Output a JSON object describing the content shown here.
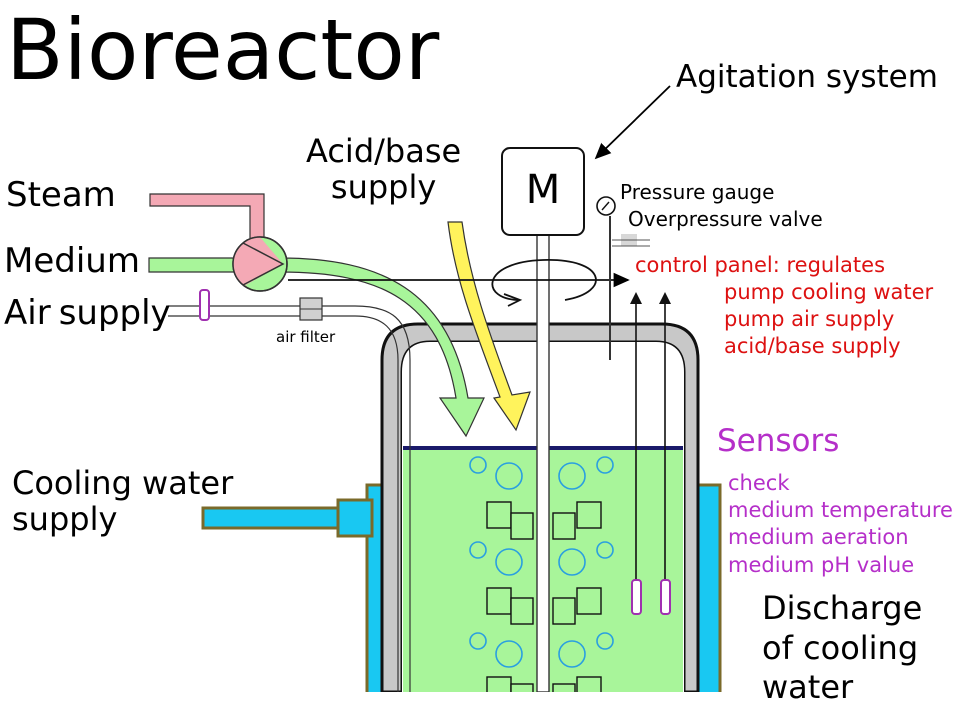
{
  "title": "Bioreactor",
  "labels": {
    "agitation": "Agitation system",
    "acid_base": [
      "Acid/base",
      "supply"
    ],
    "motor": "M",
    "steam": "Steam",
    "medium": "Medium",
    "air_supply": [
      "Air",
      "supply"
    ],
    "air_filter": "air filter",
    "pressure_gauge": "Pressure gauge",
    "overpressure_valve": "Overpressure valve",
    "control_panel": [
      "control panel: regulates",
      "pump cooling water",
      "pump air supply",
      "acid/base supply"
    ],
    "sensors_title": "Sensors",
    "sensors": [
      "check",
      "medium temperature",
      "medium aeration",
      "medium pH value"
    ],
    "cooling_supply": [
      "Cooling water",
      "supply"
    ],
    "discharge": [
      "Discharge",
      "of cooling",
      "water"
    ]
  },
  "colors": {
    "steam": "#f4a9b5",
    "medium": "#a8f59a",
    "acid_base": "#fff35c",
    "cooling": "#19c8f2",
    "vessel": "#c8c8c8",
    "bubble": "#2a9fe0",
    "control_text": "#dd1111",
    "sensor_text": "#b52fc9"
  }
}
